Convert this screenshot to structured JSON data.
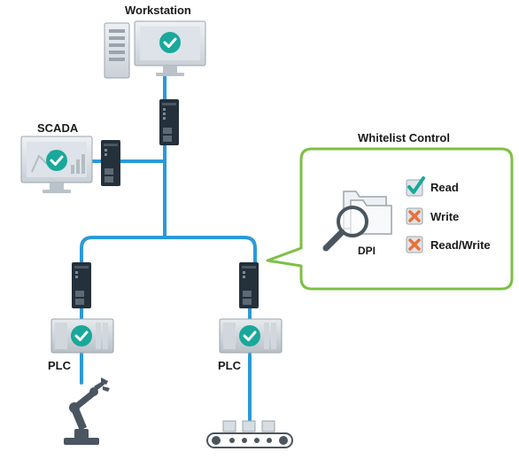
{
  "labels": {
    "workstation": "Workstation",
    "scada": "SCADA",
    "plc_left": "PLC",
    "plc_right": "PLC",
    "whitelist_title": "Whitelist Control",
    "dpi": "DPI"
  },
  "whitelist": [
    {
      "label": "Read",
      "status": "allowed",
      "icon": "check-icon"
    },
    {
      "label": "Write",
      "status": "blocked",
      "icon": "x-icon"
    },
    {
      "label": "Read/Write",
      "status": "blocked",
      "icon": "x-icon"
    }
  ],
  "colors": {
    "network_line": "#2a9ad8",
    "check_badge": "#19a89a",
    "bubble_border": "#7cc043",
    "x_badge": "#e8713c",
    "device_dark": "#24303a"
  }
}
